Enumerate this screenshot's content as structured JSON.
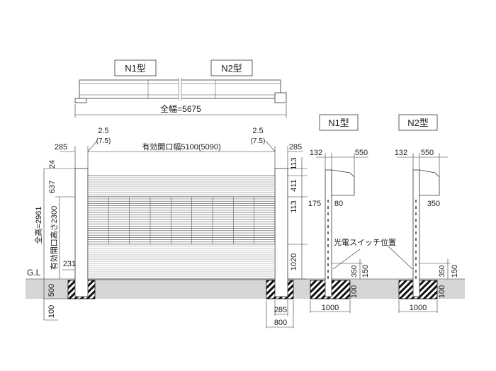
{
  "plan": {
    "type_n1": "N1型",
    "type_n2": "N2型",
    "overall_width": "全幅=5675"
  },
  "front": {
    "left_post_width": "285",
    "right_post_width": "285",
    "left_gap": "2.5",
    "left_gap_alt": "(7.5)",
    "right_gap": "2.5",
    "right_gap_alt": "(7.5)",
    "opening_width": "有効開口幅5100(5090)",
    "total_height": "全高=2961",
    "opening_height": "有効開口高さ2300",
    "lower_dim": "231",
    "right_24": "24",
    "right_637": "637",
    "right_113a": "113",
    "right_411": "411",
    "right_113b": "113",
    "right_1020": "1020",
    "gl": "G.L",
    "found_500": "500",
    "found_100": "100",
    "bottom_285": "285",
    "bottom_800": "800"
  },
  "side_n1": {
    "title": "N1型",
    "d132": "132",
    "d550": "550",
    "d175": "175",
    "d80": "80",
    "d350": "350",
    "d150": "150",
    "d100": "100",
    "d1000": "1000"
  },
  "side_n2": {
    "title": "N2型",
    "d132": "132",
    "d550": "550",
    "d350a": "350",
    "d350b": "350",
    "d150": "150",
    "d100": "100",
    "d1000": "1000",
    "sensor_label": "光電スイッチ位置"
  },
  "colors": {
    "ground": "#d6d6d6",
    "line": "#333333",
    "hatch": "#111111"
  }
}
